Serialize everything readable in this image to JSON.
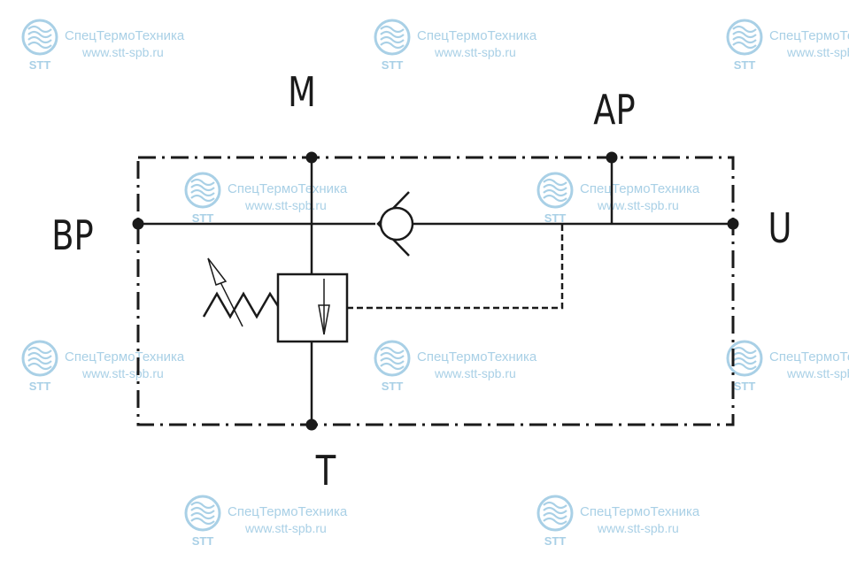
{
  "ports": {
    "M": "M",
    "AP": "AP",
    "BP": "BP",
    "U": "U",
    "T": "T"
  },
  "watermark": {
    "company": "СпецТермоТехника",
    "url": "www.stt-spb.ru",
    "logo_text": "STT",
    "logo_icon": "stt-logo-icon"
  },
  "colors": {
    "line": "#1a1a1a",
    "watermark": "#a9d0e6"
  }
}
